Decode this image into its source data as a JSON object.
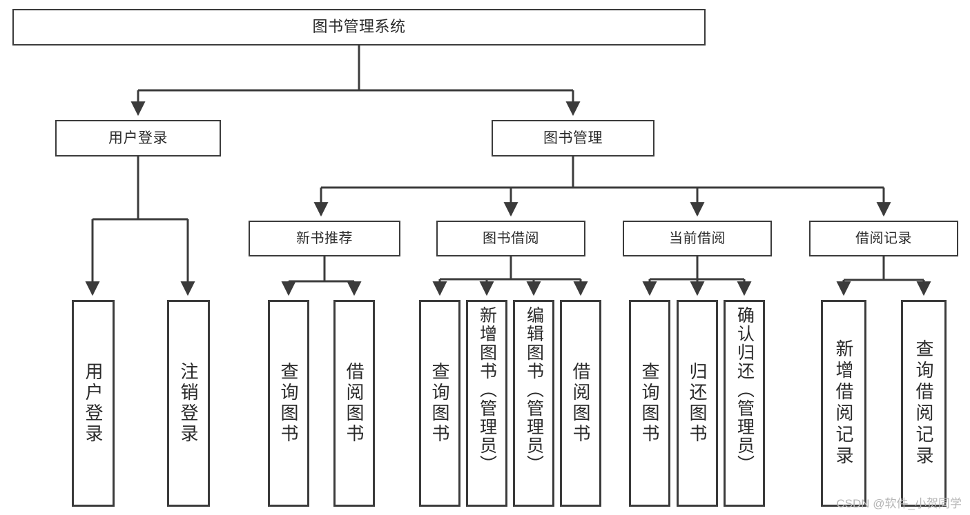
{
  "diagram": {
    "type": "tree-hierarchy",
    "title": "图书管理系统",
    "root": {
      "label": "图书管理系统"
    },
    "tier2": [
      {
        "label": "用户登录"
      },
      {
        "label": "图书管理"
      }
    ],
    "tier3": [
      {
        "label": "新书推荐"
      },
      {
        "label": "图书借阅"
      },
      {
        "label": "当前借阅"
      },
      {
        "label": "借阅记录"
      }
    ],
    "leaves": {
      "login": [
        {
          "label": "用户登录"
        },
        {
          "label": "注销登录"
        }
      ],
      "newbook": [
        {
          "label": "查询图书"
        },
        {
          "label": "借阅图书"
        }
      ],
      "borrow": [
        {
          "label": "查询图书"
        },
        {
          "label": "新增图书（管理员）"
        },
        {
          "label": "编辑图书（管理员）"
        },
        {
          "label": "借阅图书"
        }
      ],
      "current": [
        {
          "label": "查询图书"
        },
        {
          "label": "归还图书"
        },
        {
          "label": "确认归还（管理员）"
        }
      ],
      "record": [
        {
          "label": "新增借阅记录"
        },
        {
          "label": "查询借阅记录"
        }
      ]
    }
  },
  "watermark": {
    "text": "CSDN @软件_小贺同学"
  },
  "colors": {
    "stroke": "#3b3b3b",
    "background": "#ffffff",
    "text": "#2a2a2a",
    "watermark": "#b6b6b6"
  }
}
